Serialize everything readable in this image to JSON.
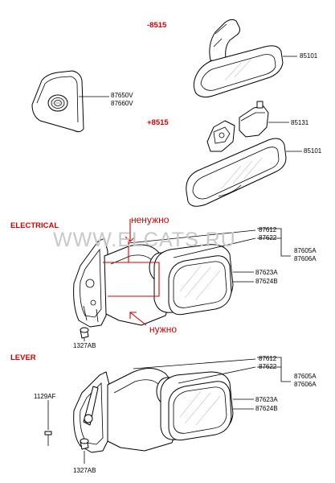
{
  "watermark": "WWW.ELCATS.RU",
  "sections": {
    "minus": "-8515",
    "plus": "+8515",
    "electrical": "ELECTRICAL",
    "lever": "LEVER"
  },
  "parts": {
    "p87650v": "87650V",
    "p87660v": "87660V",
    "p85101_top": "85101",
    "p85131": "85131",
    "p85101_mid": "85101",
    "e87612": "87612",
    "e87622": "87622",
    "e87605a": "87605A",
    "e87606a": "87606A",
    "e87623a": "87623A",
    "e87624b": "87624B",
    "e1327ab": "1327AB",
    "l87612": "87612",
    "l87622": "87622",
    "l87605a": "87605A",
    "l87606a": "87606A",
    "l87623a": "87623A",
    "l87624b": "87624B",
    "l1129af": "1129AF",
    "l1327ab": "1327AB"
  },
  "annotations": {
    "not_needed": "ненужно",
    "needed": "нужно"
  },
  "colors": {
    "section_label": "#d40000",
    "annotation": "#d40000",
    "watermark": "#c8c8c8",
    "lines": "#000000"
  }
}
